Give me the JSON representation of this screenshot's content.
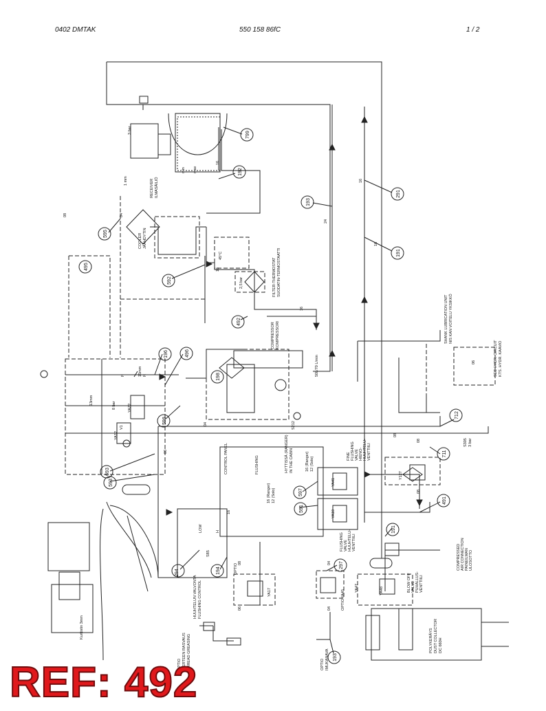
{
  "header": {
    "left": "0402   DMTAK",
    "center": "550 158 86fC",
    "right": "1 /   2"
  },
  "reference_banner": "REF: 492",
  "labels": {
    "receiver": "RECEIVER\nILMASÄILIÖ",
    "cooler": "COOLER\nJÄÄHDYTIN",
    "filter_thermostat": "FILTER-THERMOSTAT\nSUODATIN-TERMOSTAATTI",
    "compressor": "COMPRESSOR\nKOMPRESSORI",
    "shank_lubrication": "SHANK LUBRICATION UNIT\nNIS KAN VOITELU YKSIKKÖ",
    "see_hydr_circuit": "SEE HYDR. CIRCUIT\nKTS. HYDR. KAAVIO",
    "control_panel": "CONTROL PANEL",
    "flushing": "FLUSHING",
    "hyttiss": "HYTTISSÄ (RANGER)\nIN THE CABIN",
    "fine_flushing": "FINE\nFLUSHING\nVALVE\nHIENO-\nHUUHTELU-\nVENTTIILI",
    "flushing_valve": "FLUSHING\nVALVE\nHUUHTELU-\nVENTTIILI",
    "flushing_control": "HUUHTELUN VALVONTA\nFLUSHING CONTROL",
    "thread_greasing": "OPTIO\nKIERTEEN RASVAUS\nTHREAD GREASING",
    "blow_off_valve": "BLOW OFF\nVALVE\nPUHALLUS-\nVENTTIILI",
    "compressed_air": "COMPRESSED\nAIR CONNECTION\nPAINEILMAN\nULOSOTTO",
    "dust_collector": "POLYKERÄYS\nDUST COLLECTOR\nDC 660H",
    "imukanava": "OPTIO\nIMUKANAVA",
    "kurkistin": "Kurkistin 3mm",
    "optio": "OPTIO",
    "ranger_a": "16 (Ranger)\n12 (Solo)",
    "ranger_b": "16 (Ranger)\n12 (Solo)",
    "flow": "50L/70 L/min",
    "bar8": "8 bar",
    "bar3": "3 bar",
    "bar25": "2,5 bar",
    "temp": "45°C",
    "mm15": "15mm",
    "mm13": "13mm",
    "mm1": "1 mm",
    "yaz2": "YAZ2",
    "ya12": "YA12",
    "ya17": "YA17",
    "ya45": "YA45",
    "ya47": "YA47",
    "ya48": "YA48",
    "ya41": "YA41",
    "ya10": "YA10",
    "y127": "Y127",
    "s585": "S85",
    "s212": "S212",
    "s305": "S305\n3 bar",
    "min": "min",
    "max": "max",
    "low": "LOW",
    "h": "H",
    "v1": "V1",
    "p": "P",
    "r": "R"
  },
  "bubbles": [
    "799",
    "192",
    "193",
    "291",
    "191",
    "595",
    "495",
    "592",
    "492",
    "196",
    "496",
    "198",
    "598",
    "693",
    "593",
    "194",
    "294",
    "597",
    "591",
    "491",
    "711",
    "712",
    "191b",
    "297",
    "193b"
  ],
  "bubble_text": {
    "b799": "799",
    "b192": "192",
    "b193": "193",
    "b291": "291",
    "b191": "191",
    "b595": "595",
    "b495": "495",
    "b592": "592",
    "b492": "492",
    "b196": "196",
    "b496": "496",
    "b198": "198",
    "b598": "598",
    "b693": "693",
    "b593": "593",
    "b194": "194",
    "b294": "294",
    "b597": "597",
    "b591": "591",
    "b491": "491",
    "b711": "711",
    "b712": "712",
    "b191b": "191",
    "b297": "297",
    "b193b": "193"
  },
  "line_labels": {
    "d8": "08",
    "d16": "16",
    "d6": "06",
    "d4": "04",
    "d24": "24",
    "d10": "10"
  }
}
